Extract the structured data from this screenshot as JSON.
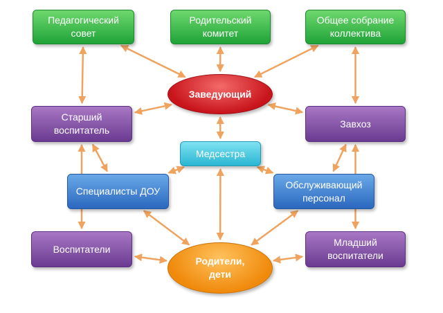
{
  "diagram": {
    "colors": {
      "arrow": "#f0a35e",
      "green": "#2bb341",
      "purple": "#7b4aa0",
      "blue": "#3a78cc",
      "cyan": "#3cc3dc",
      "red": "#d0181f",
      "orange": "#f5950f"
    },
    "nodes": {
      "pedagogical_council": {
        "line1": "Педагогический",
        "line2": "совет"
      },
      "parent_committee": {
        "line1": "Родительский",
        "line2": "комитет"
      },
      "general_meeting": {
        "line1": "Общее собрание",
        "line2": "коллектива"
      },
      "head": {
        "line1": "Заведующий"
      },
      "senior_educator": {
        "line1": "Старший",
        "line2": "воспитатель"
      },
      "nurse": {
        "line1": "Медсестра"
      },
      "supply_manager": {
        "line1": "Завхоз"
      },
      "specialists": {
        "line1": "Специалисты ДОУ"
      },
      "service_staff": {
        "line1": "Обслуживающий",
        "line2": "персонал"
      },
      "educators": {
        "line1": "Воспитатели"
      },
      "junior_educators": {
        "line1": "Младший",
        "line2": "воспитатели"
      },
      "parents_children": {
        "line1": "Родители,",
        "line2": "дети"
      }
    },
    "connections": [
      [
        "pedagogical_council",
        "head"
      ],
      [
        "parent_committee",
        "head"
      ],
      [
        "general_meeting",
        "head"
      ],
      [
        "pedagogical_council",
        "senior_educator"
      ],
      [
        "general_meeting",
        "supply_manager"
      ],
      [
        "head",
        "senior_educator"
      ],
      [
        "head",
        "supply_manager"
      ],
      [
        "head",
        "nurse"
      ],
      [
        "senior_educator",
        "specialists"
      ],
      [
        "senior_educator",
        "educators"
      ],
      [
        "nurse",
        "specialists"
      ],
      [
        "nurse",
        "service_staff"
      ],
      [
        "nurse",
        "parents_children"
      ],
      [
        "supply_manager",
        "service_staff"
      ],
      [
        "supply_manager",
        "junior_educators"
      ],
      [
        "specialists",
        "parents_children"
      ],
      [
        "service_staff",
        "parents_children"
      ],
      [
        "educators",
        "parents_children"
      ],
      [
        "junior_educators",
        "parents_children"
      ]
    ]
  }
}
